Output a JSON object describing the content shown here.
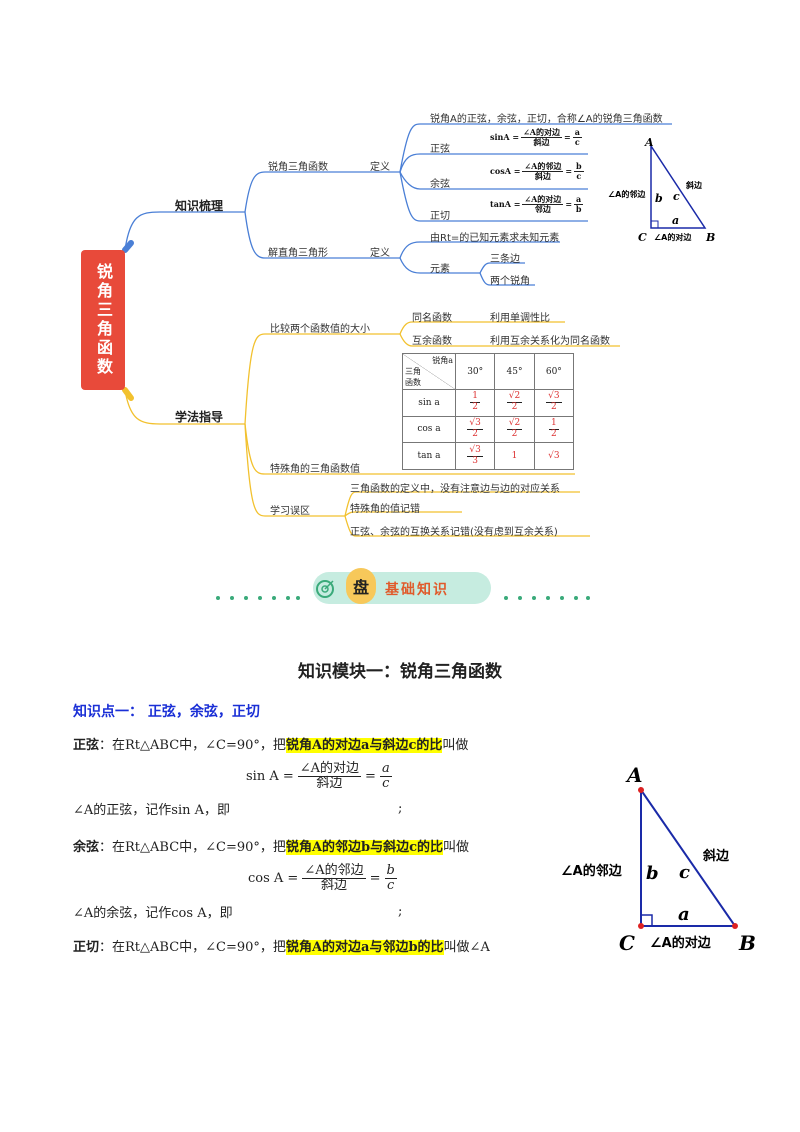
{
  "mindmap": {
    "root": "锐角三角函数",
    "branch1": "知识梳理",
    "branch2": "学法指导",
    "b1": {
      "n1": "锐角三角函数",
      "n1_def": "定义",
      "n1_intro": "锐角A的正弦，余弦，正切，合称∠A的锐角三角函数",
      "sin_label": "正弦",
      "sin_formula": "sinA =",
      "sin_num": "∠A的对边",
      "sin_den": "斜边",
      "sin_eq": "=",
      "sin_r_num": "a",
      "sin_r_den": "c",
      "cos_label": "余弦",
      "cos_formula": "cosA =",
      "cos_num": "∠A的邻边",
      "cos_den": "斜边",
      "cos_eq": "=",
      "cos_r_num": "b",
      "cos_r_den": "c",
      "tan_label": "正切",
      "tan_formula": "tanA =",
      "tan_num": "∠A的对边",
      "tan_den": "邻边",
      "tan_eq": "=",
      "tan_r_num": "a",
      "tan_r_den": "b",
      "n2": "解直角三角形",
      "n2_def": "定义",
      "n2_def_text": "由Rt=的已知元素求未知元素",
      "n2_elem": "元素",
      "n2_e1": "三条边",
      "n2_e2": "两个锐角"
    },
    "b2": {
      "n1": "比较两个函数值的大小",
      "same": "同名函数",
      "same_desc": "利用单调性比",
      "comp": "互余函数",
      "comp_desc": "利用互余关系化为同名函数",
      "n2": "特殊角的三角函数值",
      "n3": "学习误区",
      "err1": "三角函数的定义中，没有注意边与边的对应关系",
      "err2": "特殊角的值记错",
      "err3": "正弦、余弦的互换关系记错(没有虑到互余关系)"
    },
    "table": {
      "corner_top": "锐角a",
      "corner_mid": "三角",
      "corner_bot": "函数",
      "headers": [
        "30°",
        "45°",
        "60°"
      ],
      "rows": [
        {
          "name": "sin a",
          "vals": [
            {
              "n": "1",
              "d": "2"
            },
            {
              "n": "√2",
              "d": "2"
            },
            {
              "n": "√3",
              "d": "2"
            }
          ]
        },
        {
          "name": "cos a",
          "vals": [
            {
              "n": "√3",
              "d": "2"
            },
            {
              "n": "√2",
              "d": "2"
            },
            {
              "n": "1",
              "d": "2"
            }
          ]
        },
        {
          "name": "tan a",
          "vals": [
            {
              "n": "√3",
              "d": "3"
            },
            {
              "n": "1",
              "d": ""
            },
            {
              "n": "√3",
              "d": ""
            }
          ]
        }
      ]
    },
    "tri_small": {
      "A": "A",
      "B": "B",
      "C": "C",
      "adj": "∠A的邻边",
      "opp": "∠A的对边",
      "hyp": "斜边",
      "a": "a",
      "b": "b",
      "c": "c"
    }
  },
  "banner": {
    "char": "盘",
    "text": "基础知识"
  },
  "doc": {
    "title": "知识模块一：锐角三角函数",
    "kp": "知识点一：  正弦，余弦，正切",
    "sin": {
      "head": "正弦",
      "pre": "：在Rt△ABC中，∠C=90°，把",
      "hl": "锐角A的对边a与斜边c的比",
      "post": "叫做",
      "lhs": "sin A =",
      "num": "∠A的对边",
      "den": "斜边",
      "eq": "=",
      "rnum": "a",
      "rden": "c",
      "line2": "∠A的正弦，记作sin A，即",
      "semi": ";"
    },
    "cos": {
      "head": "余弦",
      "pre": "：在Rt△ABC中，∠C=90°，把",
      "hl": "锐角A的邻边b与斜边c的比",
      "post": "叫做",
      "lhs": "cos A =",
      "num": "∠A的邻边",
      "den": "斜边",
      "eq": "=",
      "rnum": "b",
      "rden": "c",
      "line2": "∠A的余弦，记作cos A，即",
      "semi": ";"
    },
    "tan": {
      "head": "正切",
      "pre": "：在Rt△ABC中，∠C=90°，把",
      "hl": "锐角A的对边a与邻边b的比",
      "post": "叫做∠A"
    },
    "tri": {
      "A": "A",
      "B": "B",
      "C": "C",
      "adj": "∠A的邻边",
      "opp": "∠A的对边",
      "hyp": "斜边",
      "a": "a",
      "b": "b",
      "c": "c"
    }
  },
  "colors": {
    "root": "#e84a3a",
    "branch1": "#4a7fd6",
    "branch2": "#f2c12e",
    "banner": "#c6ece0",
    "highlight": "#ffff00",
    "kp": "#1a2fd6"
  }
}
